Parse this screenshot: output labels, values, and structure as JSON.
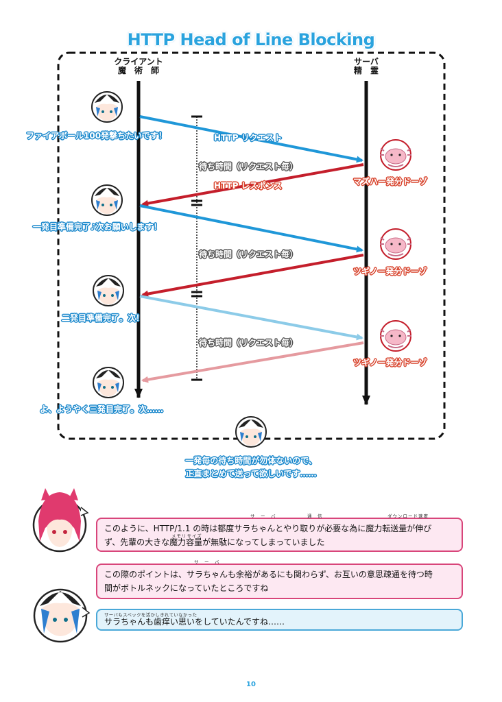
{
  "title": "HTTP Head of Line Blocking",
  "lanes": {
    "client": {
      "line1": "クライアント",
      "line2": "魔　術　師"
    },
    "server": {
      "line1": "サーバ",
      "line2": "精　霊"
    }
  },
  "client_lines": [
    "ファイアボール100発撃ちたいです！",
    "一発目準備完了♪次お願いします！",
    "二発目準備完了。次！",
    "よ、ようやく三発目完了。次……"
  ],
  "server_lines": [
    "マズハー発分ドーゾ",
    "ツギノー発分ドーゾ",
    "ツギノー発分ドーゾ"
  ],
  "messages": {
    "request": "HTTP リクエスト",
    "response": "HTTP レスポンス",
    "wait": "待ち時間（リクエスト毎）"
  },
  "bottom_speech": {
    "line1": "一発毎の待ち時間が勿体ないので、",
    "line2": "正直まとめて送って欲しいです……"
  },
  "dialogue": [
    {
      "speaker": "pink-haired",
      "text_line1": "このように、HTTP/1.1 の時は都度サラちゃんとやり取りが必要な為に魔力転送量が伸び",
      "text_line2": "ず、先輩の大きな魔力容量が無駄になってしまっていました",
      "ruby_server": "サ　ー　バ",
      "ruby_tsushin": "通　信",
      "ruby_download": "ダウンロード速度",
      "ruby_memory": "メモリサイズ"
    },
    {
      "speaker": "pink-haired",
      "text_line1": "この際のポイントは、サラちゃんも余裕があるにも関わらず、お互いの意思疎通を待つ時",
      "text_line2": "間がボトルネックになっていたところですね",
      "ruby_server": "サ　ー　バ"
    },
    {
      "speaker": "blue-haired",
      "text_line1": "サラちゃんも歯痒い思いをしていたんですね……",
      "ruby": "サーバもスペックを活かしきれていなかった"
    }
  ],
  "page_number": "10",
  "colors": {
    "title_blue": "#2aa3de",
    "request_blue": "#1f97d8",
    "response_red": "#c41e2b",
    "pale_blue": "#8ccbe8",
    "pale_red": "#e59a9f",
    "bubble_pink_border": "#d8457a",
    "bubble_blue_border": "#4aa8d8"
  }
}
